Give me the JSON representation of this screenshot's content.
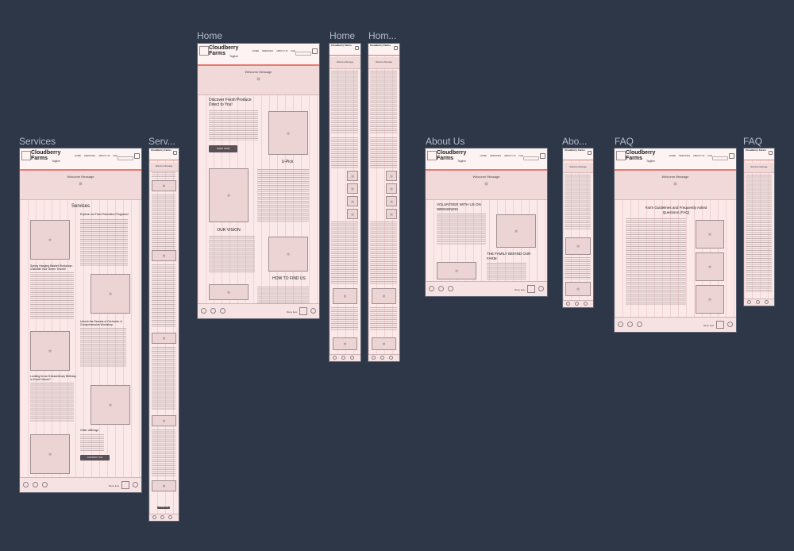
{
  "canvas": {
    "background": "#2d3748"
  },
  "frame_labels": {
    "services": "Services",
    "services_mobile": "Serv...",
    "home": "Home",
    "home_mobile_1": "Home",
    "home_mobile_2": "Hom...",
    "about": "About Us",
    "about_mobile": "Abo...",
    "faq": "FAQ",
    "faq_mobile": "FAQ"
  },
  "common": {
    "brand_line1": "Cloudberry",
    "brand_line2": "Farms",
    "tagline": "Tagline",
    "nav": [
      "HOME",
      "SERVICES",
      "ABOUT US",
      "FAQ"
    ],
    "welcome": "Welcome Message",
    "footer_menu": "Menu Item"
  },
  "home": {
    "heading": "Discover Fresh Produce Direct to You!",
    "shop_button": "SHOP NOW",
    "upick": "U-Pick",
    "vision": "OUR VISION",
    "find_us": "HOW TO FIND US"
  },
  "services": {
    "title": "Services",
    "s1": "Explore our Farm Education Programs!",
    "s2": "Spring Hanging Basket Workshop: Cultivate Your Green Thumb!",
    "s3": "Unlock the Secrets of Orchards: A Comprehensive Workshop",
    "s4": "Looking for an Extraordinary Birthday or Event Venue?",
    "s5": "Other offerings",
    "contact": "CONTACT US"
  },
  "about": {
    "volunteer": "VOLUNTEER WITH US ON WEEKENDS!",
    "family": "THE FAMILY BEHIND OUR FARM"
  },
  "faq": {
    "heading": "Farm Guidelines and Frequently Asked Questions (FAQ)"
  }
}
